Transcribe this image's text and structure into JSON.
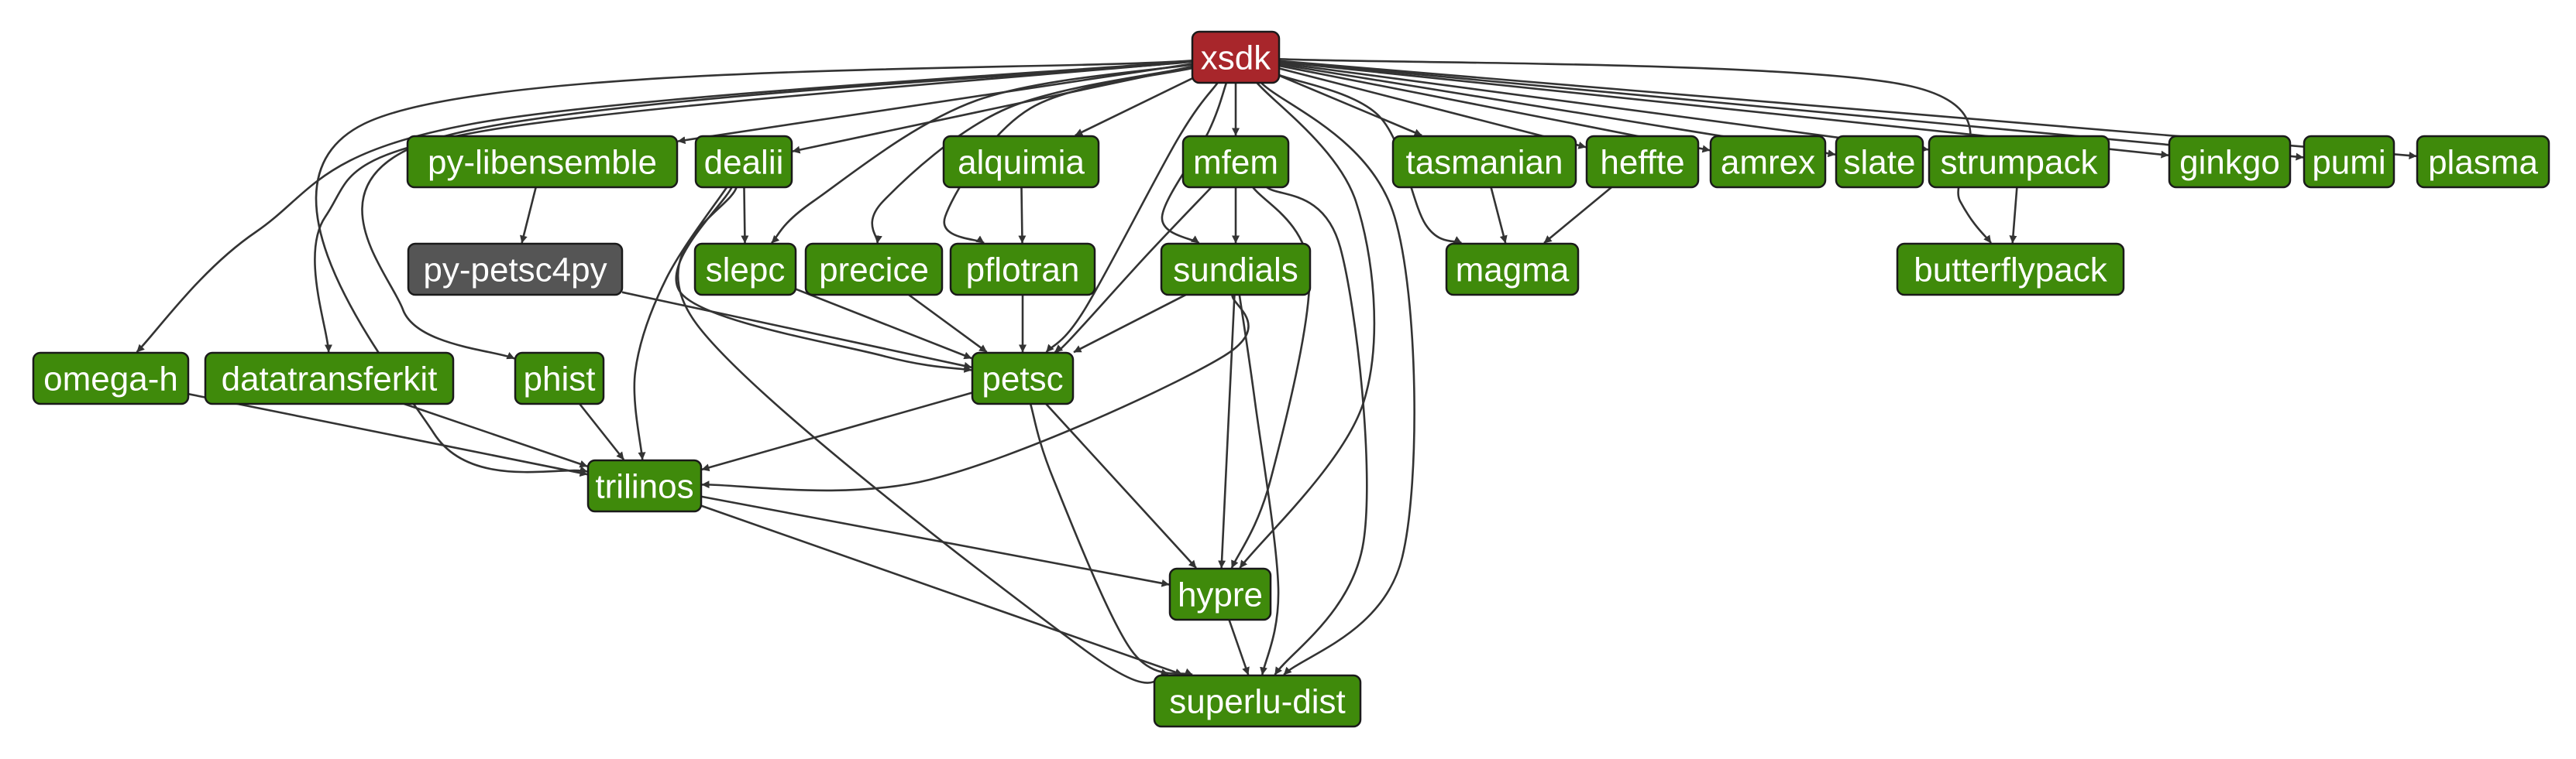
{
  "colors": {
    "root": "#a8262b",
    "package": "#3f8a0b",
    "external": "#555555",
    "edge": "#333333"
  },
  "nodes": [
    {
      "id": "xsdk",
      "label": "xsdk",
      "kind": "root"
    },
    {
      "id": "py-libensemble",
      "label": "py-libensemble",
      "kind": "package"
    },
    {
      "id": "dealii",
      "label": "dealii",
      "kind": "package"
    },
    {
      "id": "alquimia",
      "label": "alquimia",
      "kind": "package"
    },
    {
      "id": "mfem",
      "label": "mfem",
      "kind": "package"
    },
    {
      "id": "tasmanian",
      "label": "tasmanian",
      "kind": "package"
    },
    {
      "id": "heffte",
      "label": "heffte",
      "kind": "package"
    },
    {
      "id": "amrex",
      "label": "amrex",
      "kind": "package"
    },
    {
      "id": "slate",
      "label": "slate",
      "kind": "package"
    },
    {
      "id": "strumpack",
      "label": "strumpack",
      "kind": "package"
    },
    {
      "id": "ginkgo",
      "label": "ginkgo",
      "kind": "package"
    },
    {
      "id": "pumi",
      "label": "pumi",
      "kind": "package"
    },
    {
      "id": "plasma",
      "label": "plasma",
      "kind": "package"
    },
    {
      "id": "py-petsc4py",
      "label": "py-petsc4py",
      "kind": "external"
    },
    {
      "id": "slepc",
      "label": "slepc",
      "kind": "package"
    },
    {
      "id": "precice",
      "label": "precice",
      "kind": "package"
    },
    {
      "id": "pflotran",
      "label": "pflotran",
      "kind": "package"
    },
    {
      "id": "sundials",
      "label": "sundials",
      "kind": "package"
    },
    {
      "id": "magma",
      "label": "magma",
      "kind": "package"
    },
    {
      "id": "butterflypack",
      "label": "butterflypack",
      "kind": "package"
    },
    {
      "id": "omega-h",
      "label": "omega-h",
      "kind": "package"
    },
    {
      "id": "datatransferkit",
      "label": "datatransferkit",
      "kind": "package"
    },
    {
      "id": "phist",
      "label": "phist",
      "kind": "package"
    },
    {
      "id": "petsc",
      "label": "petsc",
      "kind": "package"
    },
    {
      "id": "trilinos",
      "label": "trilinos",
      "kind": "package"
    },
    {
      "id": "hypre",
      "label": "hypre",
      "kind": "package"
    },
    {
      "id": "superlu-dist",
      "label": "superlu-dist",
      "kind": "package"
    }
  ],
  "edges": [
    [
      "xsdk",
      "py-libensemble"
    ],
    [
      "xsdk",
      "dealii"
    ],
    [
      "xsdk",
      "alquimia"
    ],
    [
      "xsdk",
      "mfem"
    ],
    [
      "xsdk",
      "tasmanian"
    ],
    [
      "xsdk",
      "heffte"
    ],
    [
      "xsdk",
      "amrex"
    ],
    [
      "xsdk",
      "slate"
    ],
    [
      "xsdk",
      "strumpack"
    ],
    [
      "xsdk",
      "ginkgo"
    ],
    [
      "xsdk",
      "pumi"
    ],
    [
      "xsdk",
      "plasma"
    ],
    [
      "xsdk",
      "omega-h"
    ],
    [
      "xsdk",
      "datatransferkit"
    ],
    [
      "xsdk",
      "phist"
    ],
    [
      "xsdk",
      "trilinos"
    ],
    [
      "xsdk",
      "slepc"
    ],
    [
      "xsdk",
      "precice"
    ],
    [
      "xsdk",
      "pflotran"
    ],
    [
      "xsdk",
      "petsc"
    ],
    [
      "xsdk",
      "sundials"
    ],
    [
      "xsdk",
      "hypre"
    ],
    [
      "xsdk",
      "superlu-dist"
    ],
    [
      "xsdk",
      "magma"
    ],
    [
      "xsdk",
      "butterflypack"
    ],
    [
      "py-libensemble",
      "py-petsc4py"
    ],
    [
      "py-petsc4py",
      "petsc"
    ],
    [
      "dealii",
      "slepc"
    ],
    [
      "dealii",
      "petsc"
    ],
    [
      "dealii",
      "trilinos"
    ],
    [
      "dealii",
      "superlu-dist"
    ],
    [
      "alquimia",
      "pflotran"
    ],
    [
      "mfem",
      "sundials"
    ],
    [
      "mfem",
      "petsc"
    ],
    [
      "mfem",
      "hypre"
    ],
    [
      "mfem",
      "superlu-dist"
    ],
    [
      "tasmanian",
      "magma"
    ],
    [
      "heffte",
      "magma"
    ],
    [
      "strumpack",
      "butterflypack"
    ],
    [
      "slepc",
      "petsc"
    ],
    [
      "precice",
      "petsc"
    ],
    [
      "pflotran",
      "petsc"
    ],
    [
      "sundials",
      "petsc"
    ],
    [
      "sundials",
      "trilinos"
    ],
    [
      "sundials",
      "hypre"
    ],
    [
      "sundials",
      "superlu-dist"
    ],
    [
      "omega-h",
      "trilinos"
    ],
    [
      "datatransferkit",
      "trilinos"
    ],
    [
      "phist",
      "trilinos"
    ],
    [
      "petsc",
      "trilinos"
    ],
    [
      "petsc",
      "hypre"
    ],
    [
      "petsc",
      "superlu-dist"
    ],
    [
      "trilinos",
      "hypre"
    ],
    [
      "trilinos",
      "superlu-dist"
    ],
    [
      "hypre",
      "superlu-dist"
    ]
  ]
}
